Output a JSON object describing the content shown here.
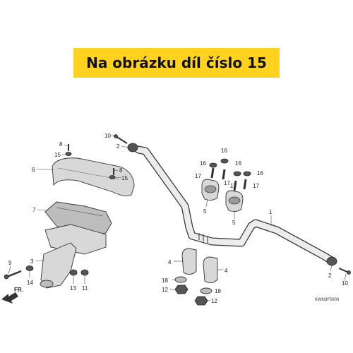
{
  "banner": {
    "text": "Na obrázku díl číslo 15"
  },
  "diagram": {
    "code": "KWN3F0900",
    "direction": "FR.",
    "callouts": [
      "1",
      "2",
      "2",
      "3",
      "4",
      "4",
      "5",
      "5",
      "6",
      "7",
      "8",
      "8",
      "9",
      "10",
      "10",
      "11",
      "12",
      "12",
      "13",
      "14",
      "15",
      "15",
      "16",
      "16",
      "16",
      "17",
      "17",
      "17",
      "17",
      "18",
      "18"
    ]
  }
}
